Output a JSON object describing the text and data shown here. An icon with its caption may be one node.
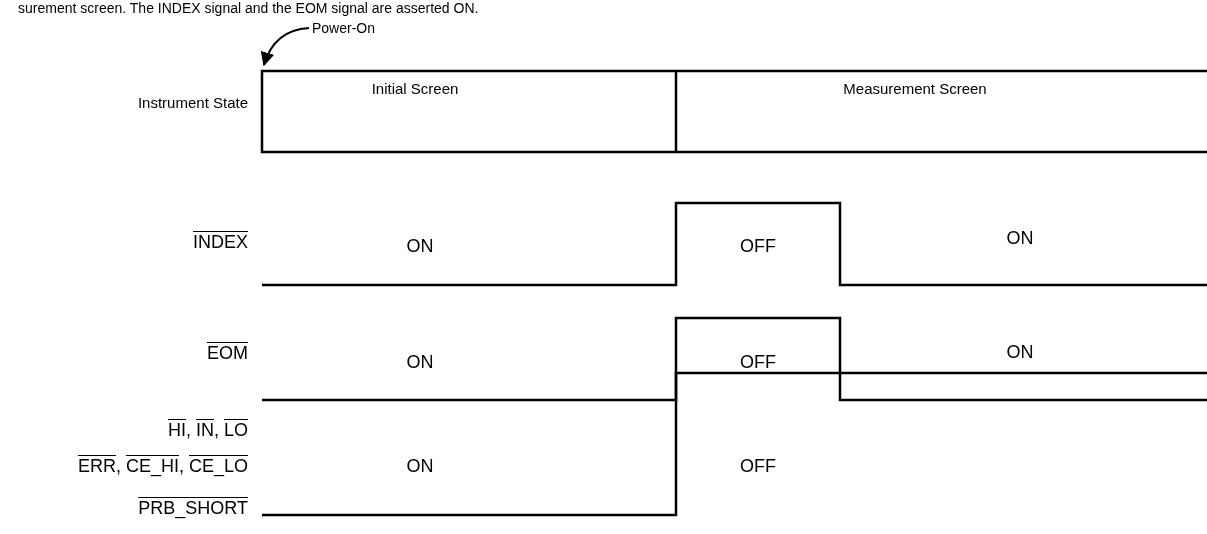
{
  "diagram": {
    "nodes": [
      {
        "text": [
          "Power-On"
        ]
      },
      {
        "text": [],
        "shape": "box"
      }
    ],
    "edges": [
      {
        "from": 0,
        "to": 1,
        "arrow": "to"
      }
    ],
    "labels": [
      "surement screen. The INDEX signal and the EOM signal are asserted ON.",
      "Instrument State",
      "Initial Screen",
      "Measurement Screen",
      "INDEX",
      "ON",
      "OFF",
      "ON",
      "EOM",
      "ON",
      "OFF",
      "ON",
      "HI, IN, LO",
      "ERR, CE_HI, CE_LO",
      "ON",
      "OFF",
      "PRB_SHORT"
    ]
  }
}
